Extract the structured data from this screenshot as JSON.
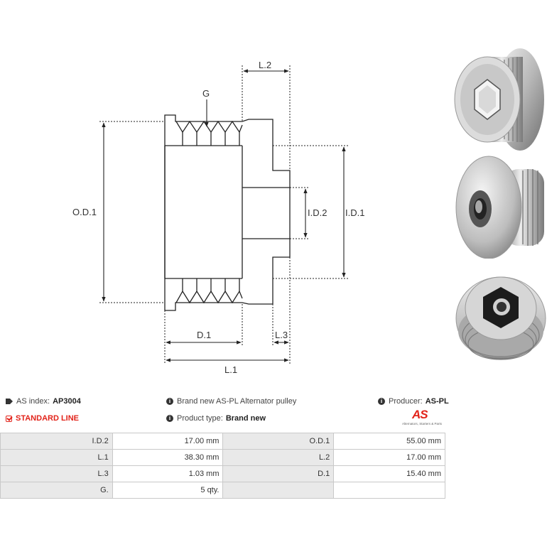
{
  "drawing_labels": {
    "g": "G",
    "l2": "L.2",
    "od1": "O.D.1",
    "id2": "I.D.2",
    "id1": "I.D.1",
    "d1": "D.1",
    "l3": "L.3",
    "l1": "L.1"
  },
  "info": {
    "as_index_label": "AS index:",
    "as_index_value": "AP3004",
    "standard_line": "STANDARD LINE",
    "description": "Brand new AS-PL Alternator pulley",
    "product_type_label": "Product type:",
    "product_type_value": "Brand new",
    "producer_label": "Producer:",
    "producer_value": "AS-PL"
  },
  "logo": {
    "mark": "AS",
    "tagline": "Alternators, Starters & Parts"
  },
  "specs": [
    [
      {
        "label": "I.D.2",
        "value": "17.00 mm"
      },
      {
        "label": "O.D.1",
        "value": "55.00 mm"
      }
    ],
    [
      {
        "label": "L.1",
        "value": "38.30 mm"
      },
      {
        "label": "L.2",
        "value": "17.00 mm"
      }
    ],
    [
      {
        "label": "L.3",
        "value": "1.03 mm"
      },
      {
        "label": "D.1",
        "value": "15.40 mm"
      }
    ],
    [
      {
        "label": "G.",
        "value": "5 qty."
      },
      {
        "label": "",
        "value": ""
      }
    ]
  ],
  "colors": {
    "accent_red": "#e2231a",
    "table_label_bg": "#e9e9e9",
    "table_border": "#c9c9c9"
  }
}
